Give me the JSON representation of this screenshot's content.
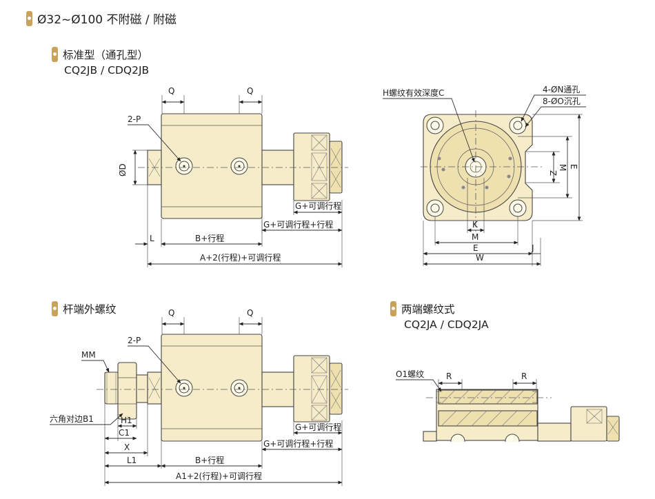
{
  "header": {
    "title": "Ø32~Ø100 不附磁 / 附磁"
  },
  "sections": {
    "standard": {
      "title": "标准型（通孔型）",
      "model": "CQ2JB / CDQ2JB"
    },
    "rod_thread": {
      "title": "杆端外螺纹"
    },
    "double_thread": {
      "title": "两端螺纹式",
      "model": "CQ2JA / CDQ2JA"
    }
  },
  "labels": {
    "q": "Q",
    "two_p": "2-P",
    "phi_d": "ØD",
    "l": "L",
    "b_stroke": "B+行程",
    "g_stroke": "G+可调行程",
    "g_stroke_stroke": "G+可调行程+行程",
    "a_total": "A+2(行程)+可调行程",
    "h_thread": "H螺纹有效深度C",
    "n_through": "4-ØN通孔",
    "o_counter": "8-ØO沉孔",
    "z": "Z",
    "m": "M",
    "e": "E",
    "k": "K",
    "j": "J",
    "w": "W",
    "mm": "MM",
    "hex_b1": "六角对边B1",
    "h1": "H1",
    "c1": "C1",
    "x": "X",
    "l1": "L1",
    "b_stroke2": "B+行程",
    "g_stroke2": "G+可调行程",
    "g_stroke_stroke2": "G+可调行程+行程",
    "a1_total": "A1+2(行程)+可调行程",
    "o1_thread": "O1螺纹",
    "r": "R"
  }
}
